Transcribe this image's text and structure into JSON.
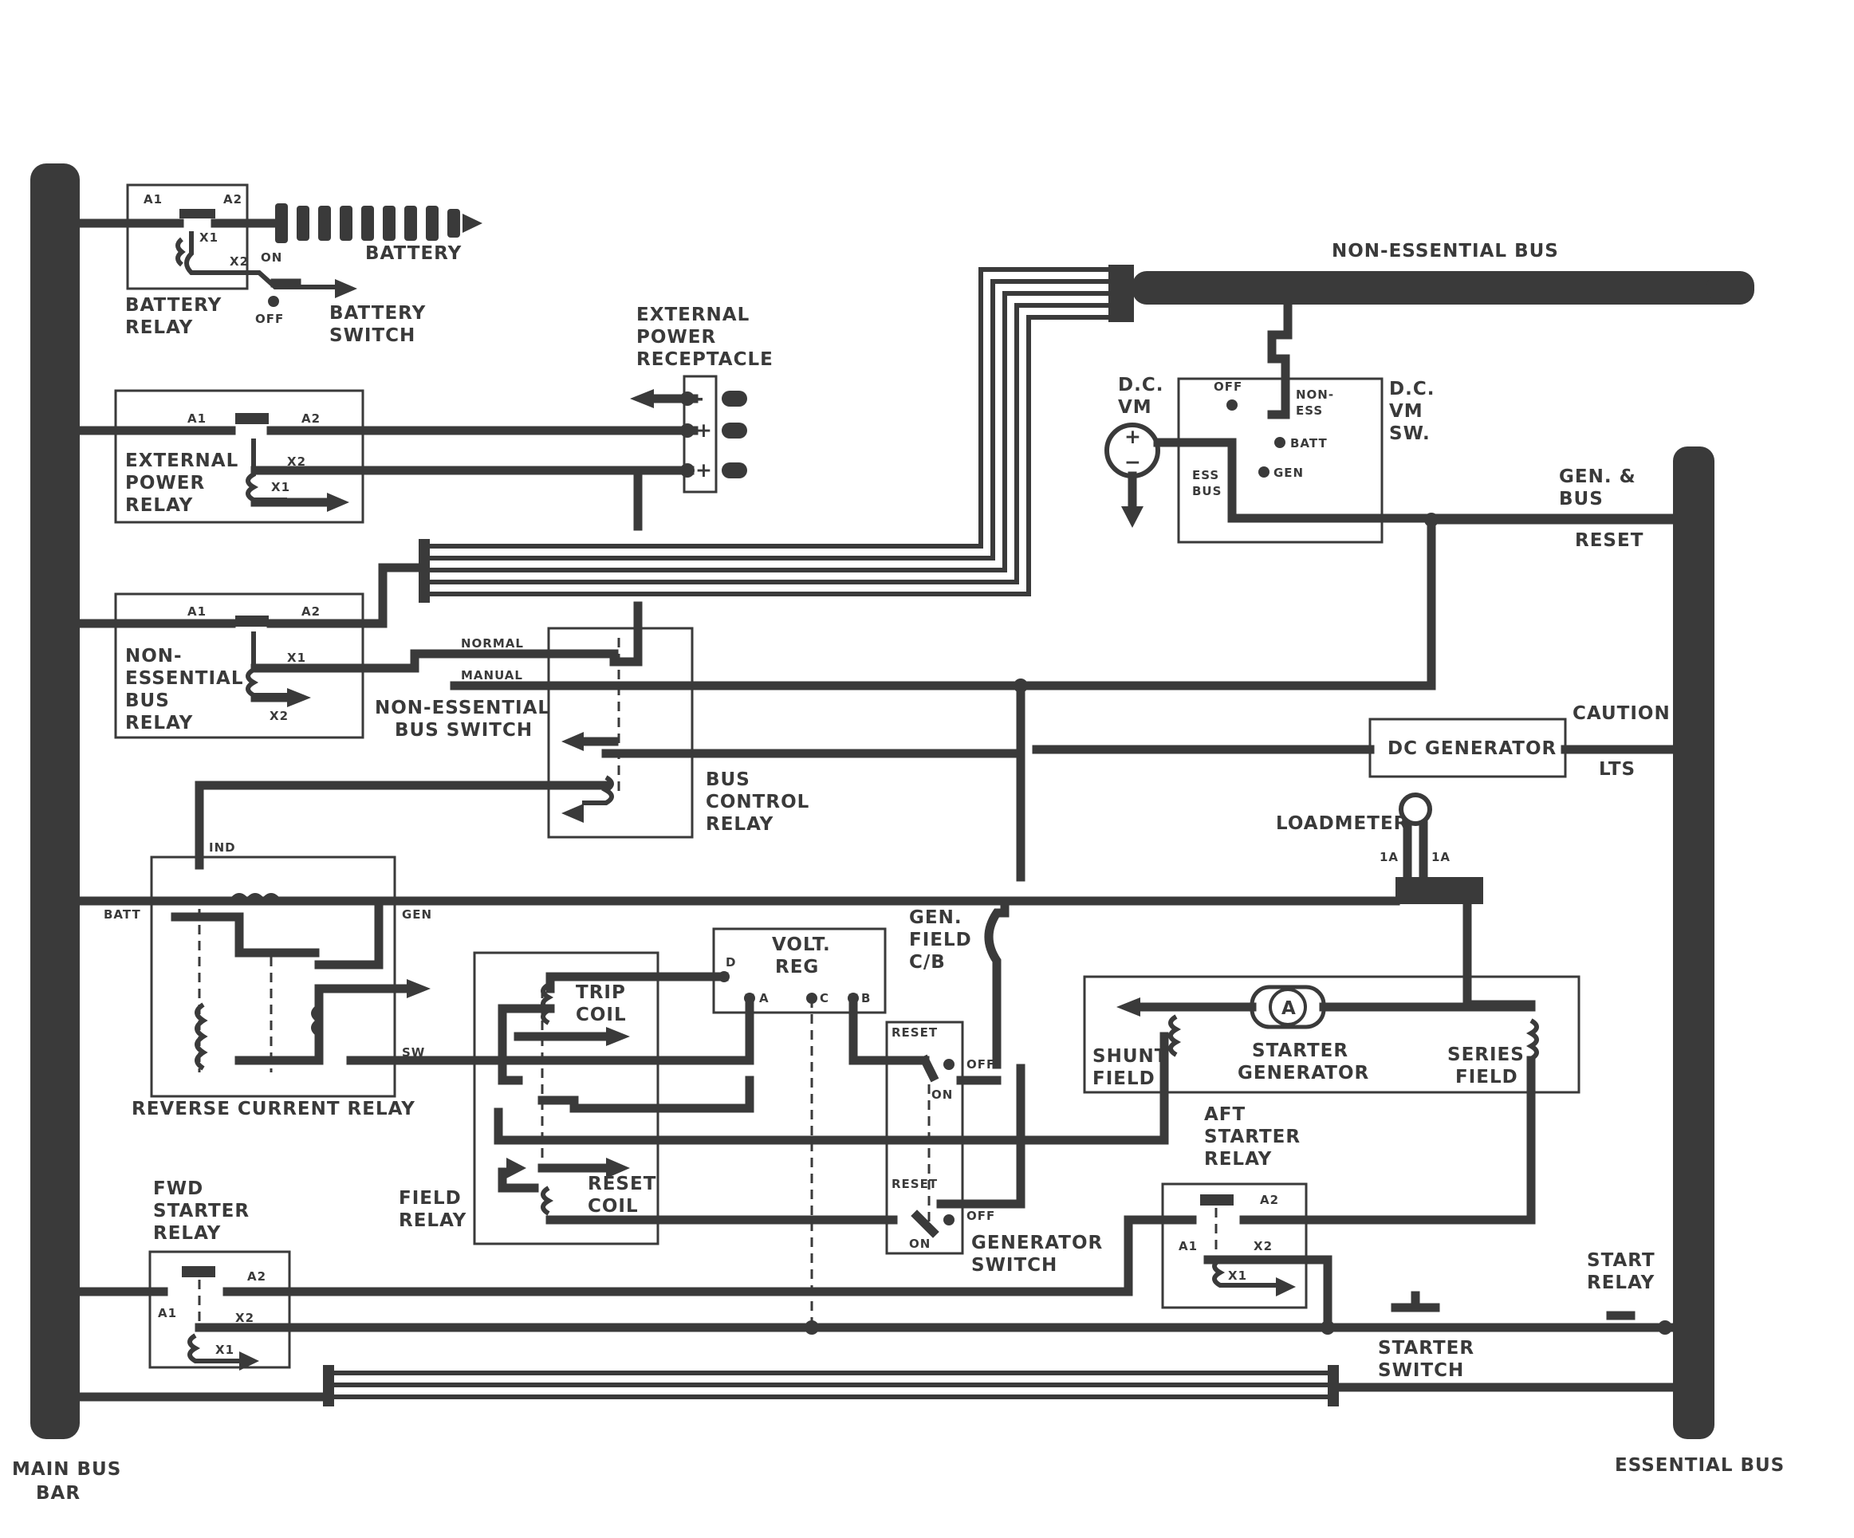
{
  "buses": {
    "main": [
      "MAIN BUS",
      "BAR"
    ],
    "essential": "ESSENTIAL BUS",
    "non_essential": "NON-ESSENTIAL BUS"
  },
  "battery_relay": {
    "terminals": {
      "a1": "A1",
      "a2": "A2",
      "x1": "X1",
      "x2": "X2"
    },
    "name": [
      "BATTERY",
      "RELAY"
    ]
  },
  "battery": "BATTERY",
  "battery_switch": {
    "on": "ON",
    "off": "OFF",
    "name": [
      "BATTERY",
      "SWITCH"
    ]
  },
  "external_power_receptacle": {
    "name": [
      "EXTERNAL",
      "POWER",
      "RECEPTACLE"
    ],
    "pins": [
      "-",
      "+",
      "+"
    ]
  },
  "external_power_relay": {
    "terminals": {
      "a1": "A1",
      "a2": "A2",
      "x1": "X1",
      "x2": "X2"
    },
    "name": [
      "EXTERNAL",
      "POWER",
      "RELAY"
    ]
  },
  "non_essential_bus_relay": {
    "terminals": {
      "a1": "A1",
      "a2": "A2",
      "x1": "X1",
      "x2": "X2"
    },
    "name": [
      "NON-",
      "ESSENTIAL",
      "BUS",
      "RELAY"
    ]
  },
  "non_essential_bus_switch": {
    "normal": "NORMAL",
    "manual": "MANUAL",
    "name": [
      "NON-ESSENTIAL",
      "BUS SWITCH"
    ]
  },
  "bus_control_relay": [
    "BUS",
    "CONTROL",
    "RELAY"
  ],
  "dc_voltmeter": {
    "name": [
      "D.C.",
      "VM"
    ],
    "plus": "+",
    "minus": "−"
  },
  "dc_vm_switch": {
    "name": [
      "D.C.",
      "VM",
      "SW."
    ],
    "positions": {
      "off": "OFF",
      "non_ess": [
        "NON-",
        "ESS"
      ],
      "batt": "BATT",
      "gen": "GEN",
      "ess_bus": [
        "ESS",
        "BUS"
      ]
    }
  },
  "gen_bus_reset": [
    "GEN. &",
    "BUS",
    "RESET"
  ],
  "dc_generator": "DC GENERATOR",
  "caution_lts": [
    "CAUTION",
    "LTS"
  ],
  "loadmeter": {
    "name": "LOADMETER",
    "left": "1A",
    "right": "1A"
  },
  "reverse_current_relay": {
    "name": "REVERSE CURRENT RELAY",
    "ind": "IND",
    "batt": "BATT",
    "gen": "GEN",
    "sw": "SW"
  },
  "gen_field_cb": [
    "GEN.",
    "FIELD",
    "C/B"
  ],
  "volt_reg": {
    "name": [
      "VOLT.",
      "REG"
    ],
    "terminals": {
      "d": "D",
      "a": "A",
      "c": "C",
      "b": "B"
    }
  },
  "field_relay": {
    "name": [
      "FIELD",
      "RELAY"
    ],
    "trip_coil": [
      "TRIP",
      "COIL"
    ],
    "reset_coil": [
      "RESET",
      "COIL"
    ]
  },
  "generator_switch": {
    "reset": "RESET",
    "off": "OFF",
    "on": "ON",
    "name": [
      "GENERATOR",
      "SWITCH"
    ]
  },
  "starter_generator": {
    "armature": "A",
    "name": [
      "STARTER",
      "GENERATOR"
    ],
    "shunt": [
      "SHUNT",
      "FIELD"
    ],
    "series": [
      "SERIES",
      "FIELD"
    ]
  },
  "aft_starter_relay": {
    "name": [
      "AFT",
      "STARTER",
      "RELAY"
    ],
    "terminals": {
      "a1": "A1",
      "a2": "A2",
      "x1": "X1",
      "x2": "X2"
    }
  },
  "fwd_starter_relay": {
    "name": [
      "FWD",
      "STARTER",
      "RELAY"
    ],
    "terminals": {
      "a1": "A1",
      "a2": "A2",
      "x1": "X1",
      "x2": "X2"
    }
  },
  "start_relay": [
    "START",
    "RELAY"
  ],
  "starter_switch": [
    "STARTER",
    "SWITCH"
  ]
}
